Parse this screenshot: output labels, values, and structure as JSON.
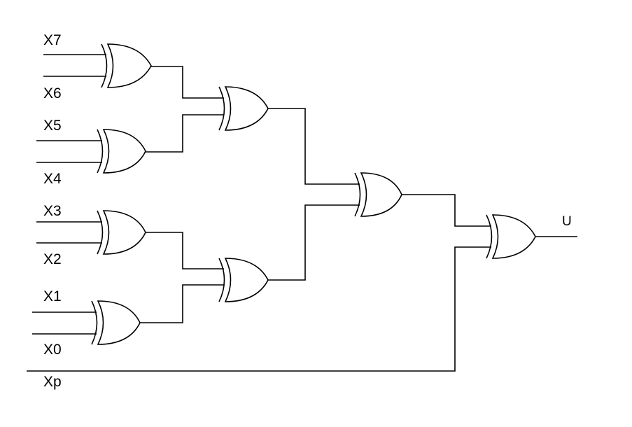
{
  "diagram": {
    "inputs": [
      {
        "id": "x7",
        "label": "X7"
      },
      {
        "id": "x6",
        "label": "X6"
      },
      {
        "id": "x5",
        "label": "X5"
      },
      {
        "id": "x4",
        "label": "X4"
      },
      {
        "id": "x3",
        "label": "X3"
      },
      {
        "id": "x2",
        "label": "X2"
      },
      {
        "id": "x1",
        "label": "X1"
      },
      {
        "id": "x0",
        "label": "X0"
      },
      {
        "id": "xp",
        "label": "Xp"
      }
    ],
    "output": {
      "id": "u",
      "label": "U"
    },
    "gate_type": "XOR",
    "gates": [
      {
        "id": "g1",
        "inputs": [
          "x7",
          "x6"
        ]
      },
      {
        "id": "g2",
        "inputs": [
          "x5",
          "x4"
        ]
      },
      {
        "id": "g3",
        "inputs": [
          "x3",
          "x2"
        ]
      },
      {
        "id": "g4",
        "inputs": [
          "x1",
          "x0"
        ]
      },
      {
        "id": "g5",
        "inputs": [
          "g1",
          "g2"
        ]
      },
      {
        "id": "g6",
        "inputs": [
          "g3",
          "g4"
        ]
      },
      {
        "id": "g7",
        "inputs": [
          "g5",
          "g6"
        ]
      },
      {
        "id": "g8",
        "inputs": [
          "g7",
          "xp"
        ]
      }
    ]
  }
}
